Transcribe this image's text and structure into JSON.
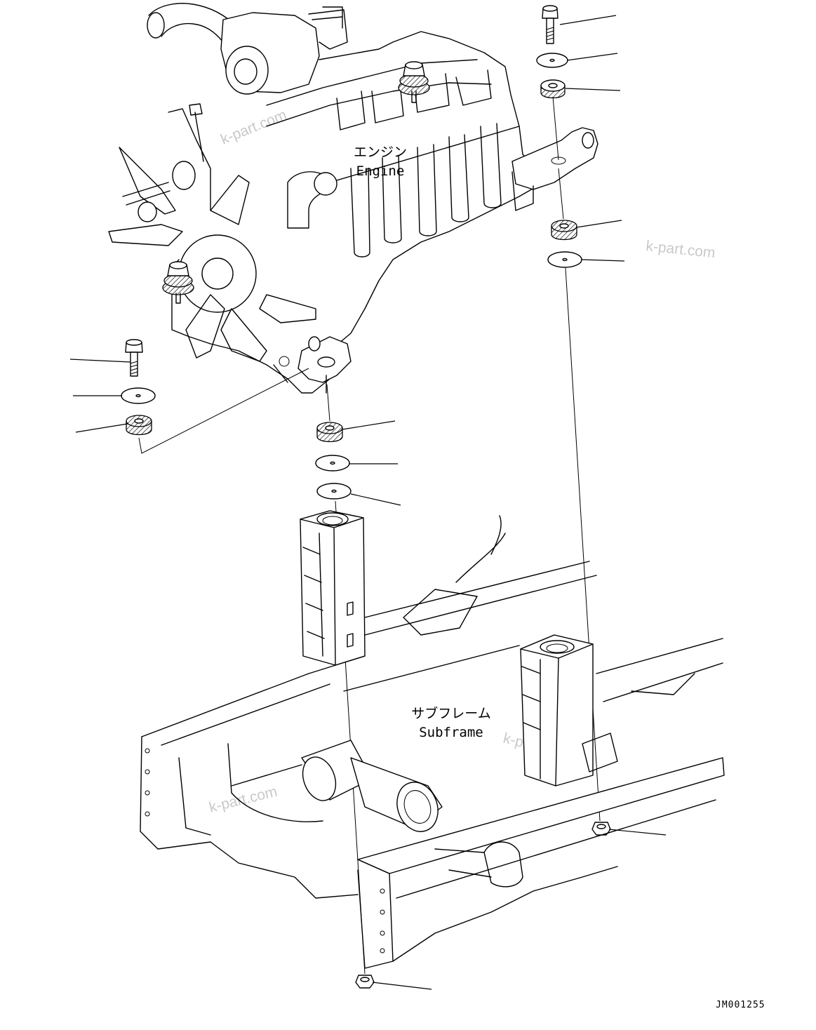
{
  "labels": {
    "engine_jp": "エンジン",
    "engine_en": "Engine",
    "subframe_jp": "サブフレーム",
    "subframe_en": "Subframe"
  },
  "watermarks": [
    "k-part.com",
    "k-part.com",
    "k-part.com",
    "k-part.com"
  ],
  "drawing_code": "JM001255"
}
